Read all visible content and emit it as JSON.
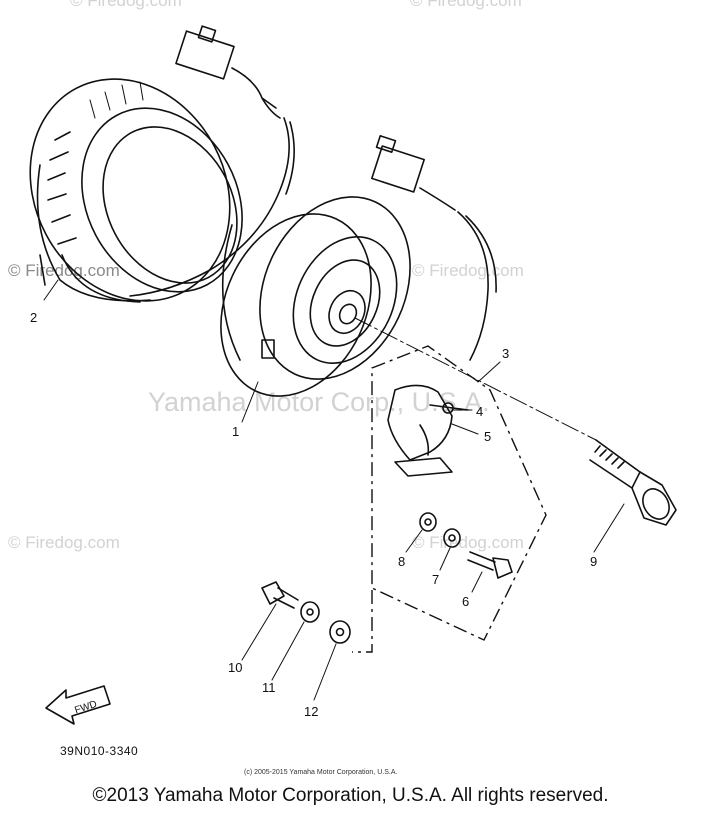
{
  "watermarks": {
    "site": "© Firedog.com",
    "center": "Yamaha Motor Corp., U.S.A."
  },
  "parts": [
    {
      "id": "1",
      "label": "1"
    },
    {
      "id": "2",
      "label": "2"
    },
    {
      "id": "3",
      "label": "3"
    },
    {
      "id": "4",
      "label": "4"
    },
    {
      "id": "5",
      "label": "5"
    },
    {
      "id": "6",
      "label": "6"
    },
    {
      "id": "7",
      "label": "7"
    },
    {
      "id": "8",
      "label": "8"
    },
    {
      "id": "9",
      "label": "9"
    },
    {
      "id": "10",
      "label": "10"
    },
    {
      "id": "11",
      "label": "11"
    },
    {
      "id": "12",
      "label": "12"
    }
  ],
  "fwd_arrow_label": "FWD",
  "diagram_code": "39N010-3340",
  "small_copyright": "(c) 2005-2015 Yamaha Motor Corporation, U.S.A.",
  "footer_copyright": "©2013 Yamaha Motor Corporation, U.S.A. All rights reserved."
}
